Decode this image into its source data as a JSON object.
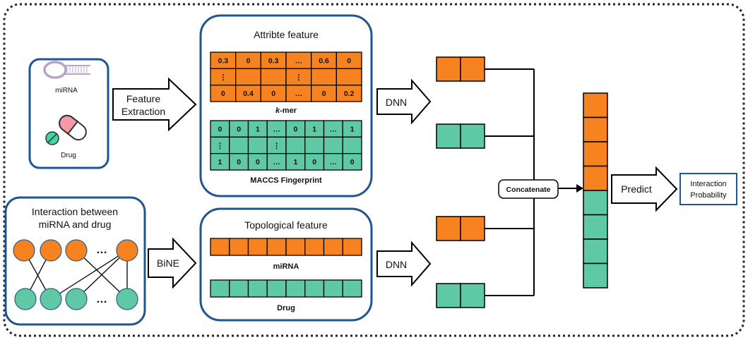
{
  "colors": {
    "orange": "#f6831f",
    "teal": "#5ec9a4",
    "box_border": "#1f5591",
    "line": "#000000"
  },
  "inputs": {
    "mirna_label": "miRNA",
    "drug_label": "Drug",
    "mirna_icon": "hairpin-rna-icon",
    "drug_icon": "capsule-pill-icon"
  },
  "arrows": {
    "feature_extraction": [
      "Feature",
      "Extraction"
    ],
    "dnn_top": "DNN",
    "bine": "BiNE",
    "dnn_bottom": "DNN",
    "predict": "Predict"
  },
  "attribute": {
    "title": "Attribte feature",
    "kmer_label_italic": "k",
    "kmer_label_rest": "-mer",
    "kmer_rows": [
      [
        "0.3",
        "0",
        "0.3",
        "…",
        "0.6",
        "0"
      ],
      [
        "⋮",
        "",
        "",
        "⋮",
        "",
        ""
      ],
      [
        "0",
        "0.4",
        "0",
        "…",
        "0",
        "0.2"
      ]
    ],
    "maccs_label": "MACCS Fingerprint",
    "maccs_rows": [
      [
        "0",
        "0",
        "1",
        "…",
        "0",
        "1",
        "…",
        "1"
      ],
      [
        "⋮",
        "",
        "",
        "⋮",
        "",
        "",
        "",
        ""
      ],
      [
        "1",
        "0",
        "0",
        "…",
        "1",
        "0",
        "…",
        "0"
      ]
    ]
  },
  "interaction": {
    "title_line1": "Interaction between",
    "title_line2": "miRNA and drug",
    "ellipsis_top": "…",
    "ellipsis_bottom": "…"
  },
  "topological": {
    "title": "Topological feature",
    "mirna_label": "miRNA",
    "drug_label": "Drug"
  },
  "concatenate": "Concatenate",
  "output": [
    "Interaction",
    "Probability"
  ]
}
